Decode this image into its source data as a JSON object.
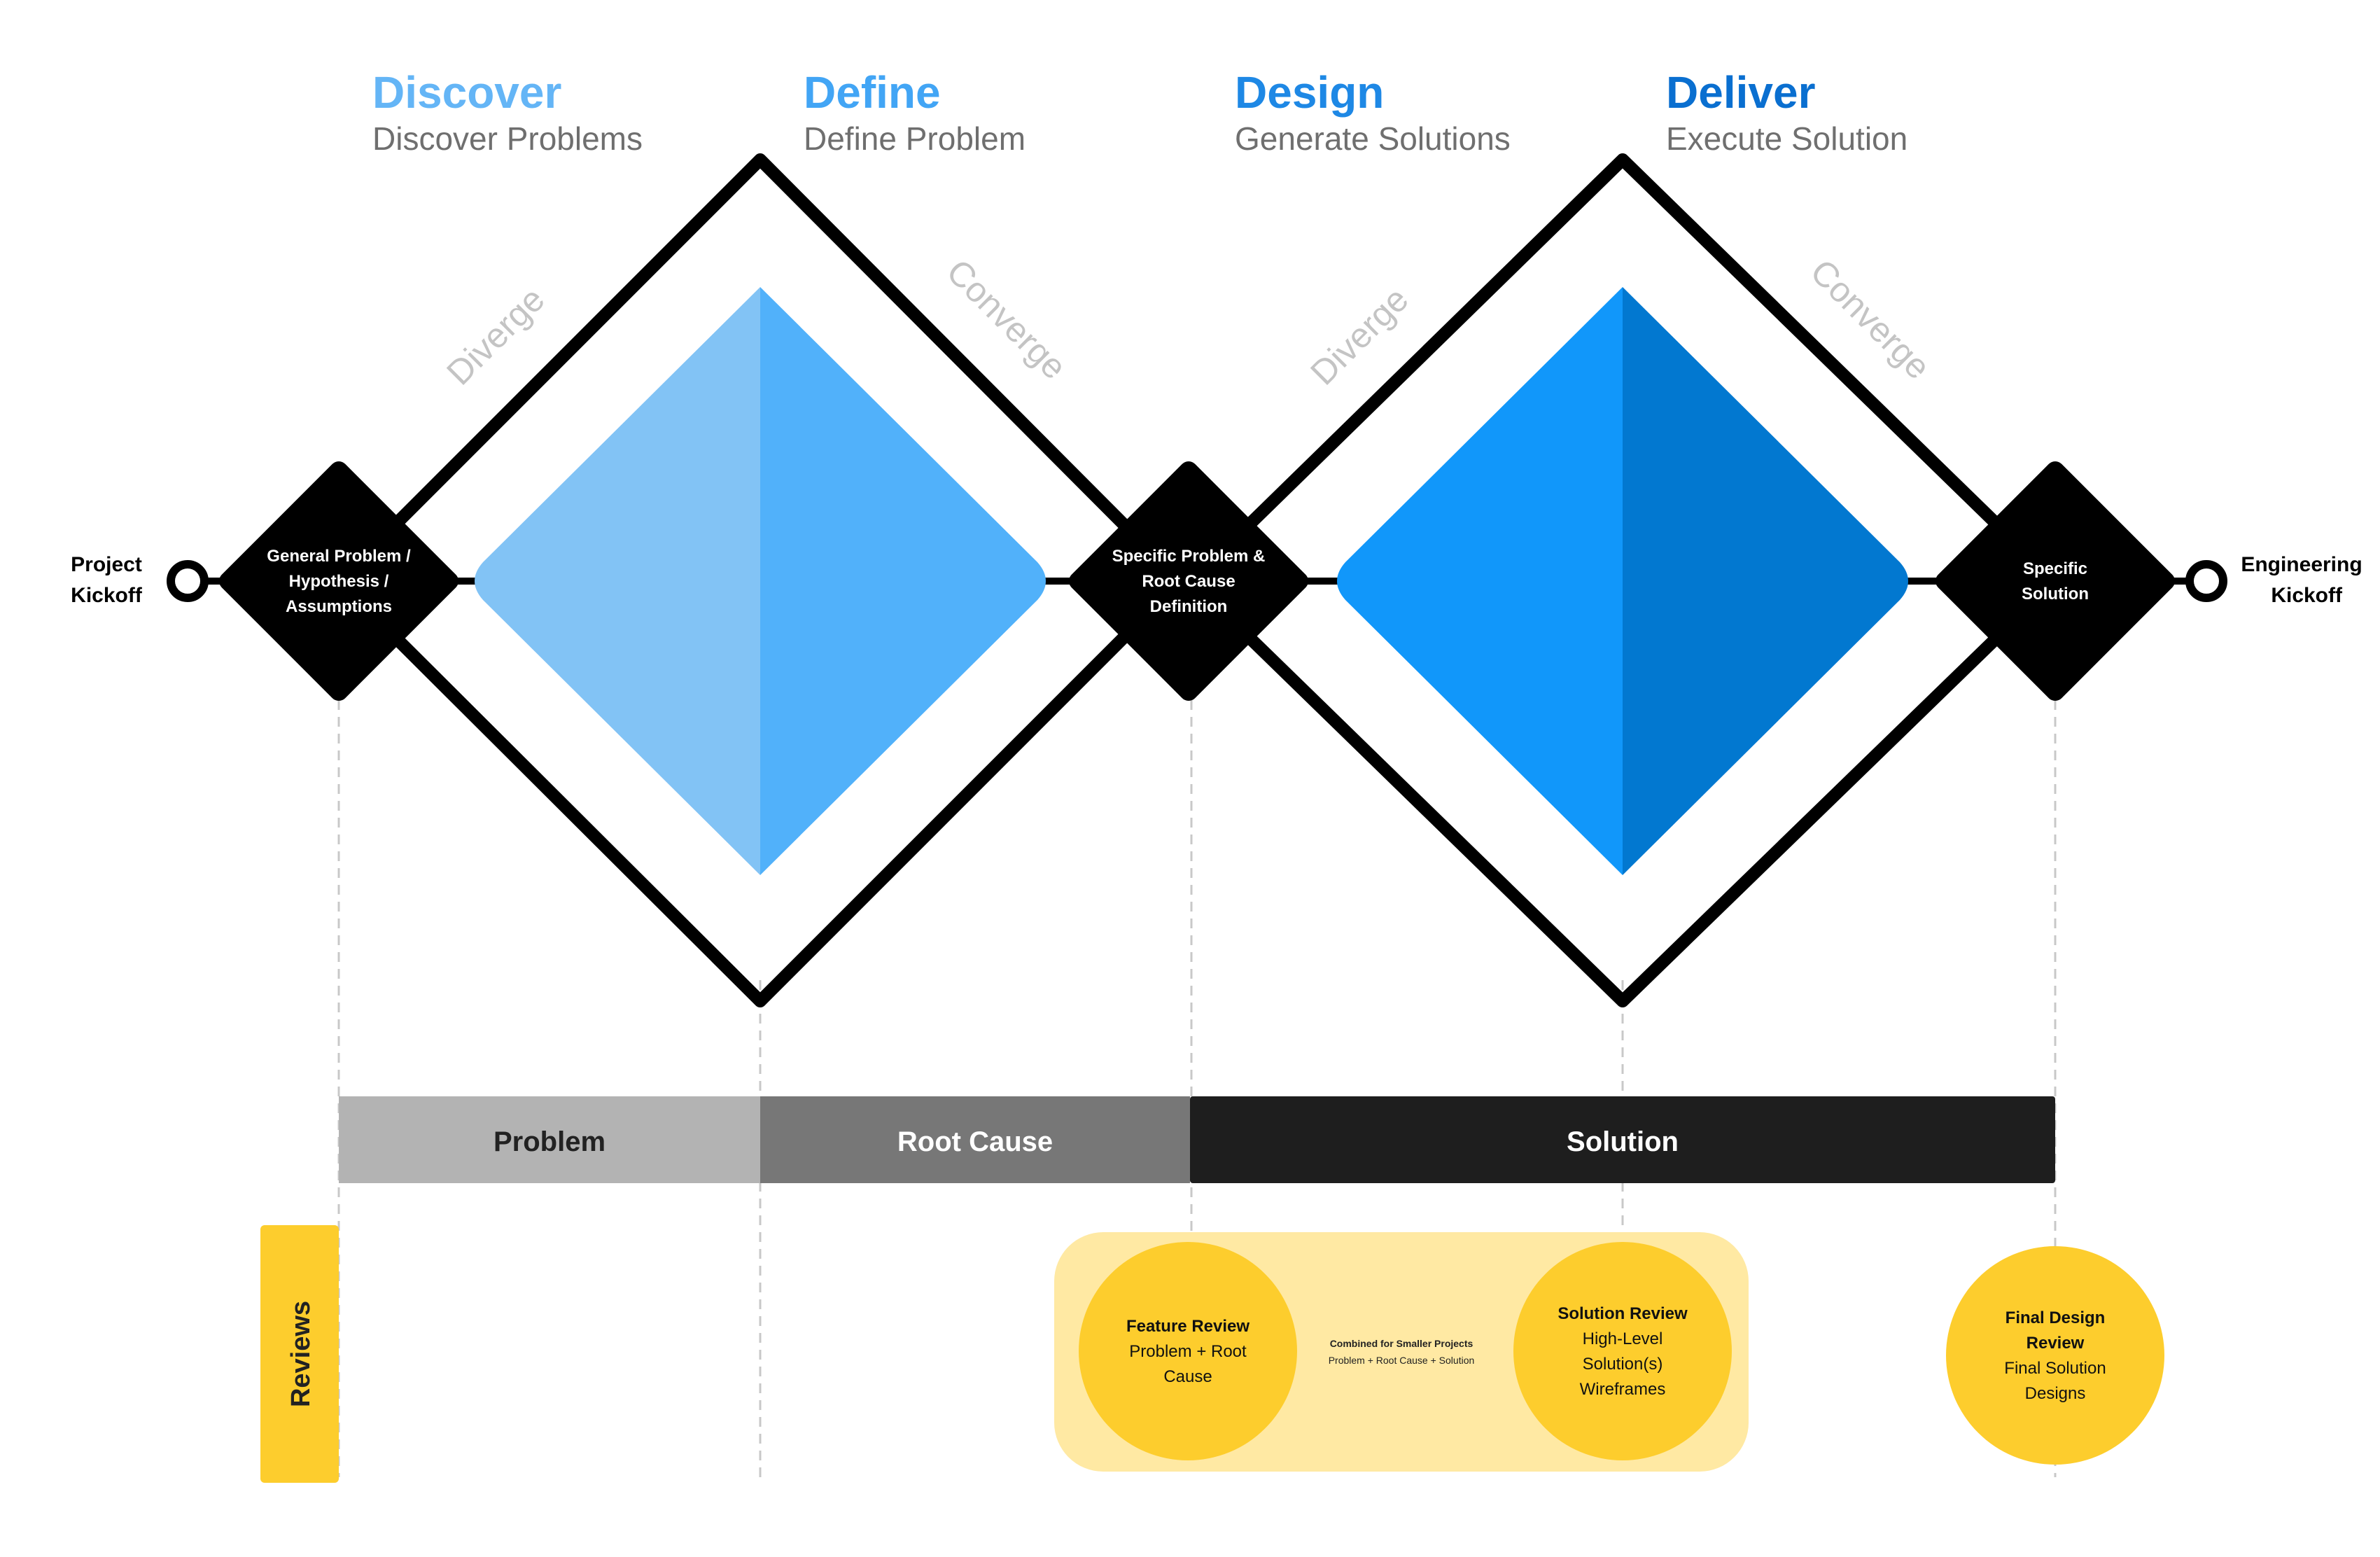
{
  "phases": [
    {
      "title": "Discover",
      "subtitle": "Discover Problems",
      "color": "#64B5F6"
    },
    {
      "title": "Define",
      "subtitle": "Define Problem",
      "color": "#42A5F5"
    },
    {
      "title": "Design",
      "subtitle": "Generate Solutions",
      "color": "#1E88E5"
    },
    {
      "title": "Deliver",
      "subtitle": "Execute Solution",
      "color": "#0A6FD0"
    }
  ],
  "directions": {
    "diverge_1": "Diverge",
    "converge_1": "Converge",
    "diverge_2": "Diverge",
    "converge_2": "Converge"
  },
  "endpoints": {
    "start": {
      "line1": "Project",
      "line2": "Kickoff"
    },
    "end": {
      "line1": "Engineering",
      "line2": "Kickoff"
    }
  },
  "nodes": [
    {
      "lines": [
        "General Problem /",
        "Hypothesis /",
        "Assumptions"
      ]
    },
    {
      "lines": [
        "Specific Problem &",
        "Root Cause",
        "Definition"
      ]
    },
    {
      "lines": [
        "Specific",
        "Solution"
      ]
    }
  ],
  "bars": [
    {
      "label": "Problem",
      "color": "#b3b3b3",
      "text_color": "#222222"
    },
    {
      "label": "Root Cause",
      "color": "#777777",
      "text_color": "#ffffff"
    },
    {
      "label": "Solution",
      "color": "#1e1e1e",
      "text_color": "#ffffff"
    }
  ],
  "reviews": {
    "label": "Reviews",
    "combined_note": "Combined for Smaller Projects",
    "combined_detail": "Problem + Root Cause + Solution",
    "items": [
      {
        "title": "Feature Review",
        "lines": [
          "Problem + Root",
          "Cause"
        ]
      },
      {
        "title": "Solution Review",
        "lines": [
          "High-Level",
          "Solution(s)",
          "Wireframes"
        ]
      },
      {
        "title_lines": [
          "Final Design",
          "Review"
        ],
        "lines": [
          "Final Solution",
          "Designs"
        ]
      }
    ]
  },
  "colors": {
    "diamond_1_left": "#82C3F5",
    "diamond_1_right": "#51B1FA",
    "diamond_2_left": "#1197FA",
    "diamond_2_right": "#0278D0",
    "review_yellow": "#FDCD2D",
    "review_band": "#FFE9A3"
  }
}
